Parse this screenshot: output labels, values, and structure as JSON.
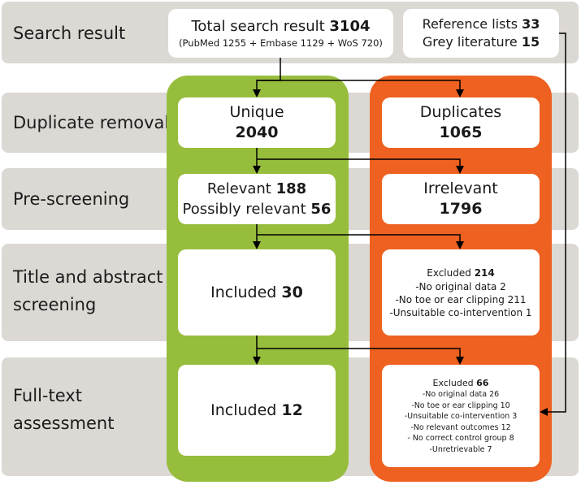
{
  "stages": {
    "search": "Search result",
    "duplicate": "Duplicate removal",
    "prescreen": "Pre-screening",
    "title_line1": "Title and abstract",
    "title_line2": "screening",
    "fulltext_line1": "Full-text",
    "fulltext_line2": "assessment"
  },
  "search_box": {
    "label": "Total search result",
    "value": "3104",
    "sources": "(PubMed 1255 + Embase 1129 + WoS 720)"
  },
  "other_box": {
    "ref_label": "Reference lists",
    "ref_value": "33",
    "grey_label": "Grey literature",
    "grey_value": "15"
  },
  "unique_box": {
    "label": "Unique",
    "value": "2040"
  },
  "duplicates_box": {
    "label": "Duplicates",
    "value": "1065"
  },
  "relevant_box": {
    "relevant_label": "Relevant",
    "relevant_value": "188",
    "possibly_label": "Possibly relevant",
    "possibly_value": "56"
  },
  "irrelevant_box": {
    "label": "Irrelevant",
    "value": "1796"
  },
  "included_ta": {
    "label": "Included",
    "value": "30"
  },
  "excluded_ta": {
    "label": "Excluded",
    "value": "214",
    "reasons": [
      "-No original data 2",
      "-No toe or ear clipping 211",
      "-Unsuitable co-intervention 1"
    ]
  },
  "included_ft": {
    "label": "Included",
    "value": "12"
  },
  "excluded_ft": {
    "label": "Excluded",
    "value": "66",
    "reasons": [
      "-No original data 26",
      "-No toe or ear clipping 10",
      "-Unsuitable co-intervention 3",
      "-No relevant outcomes 12",
      "- No correct control group 8",
      "-Unretrievable 7"
    ]
  },
  "colors": {
    "band": "#dcd8d4",
    "included_column": "#97bd3d",
    "excluded_column": "#ee6120",
    "box": "#ffffff",
    "arrow": "#000000"
  }
}
